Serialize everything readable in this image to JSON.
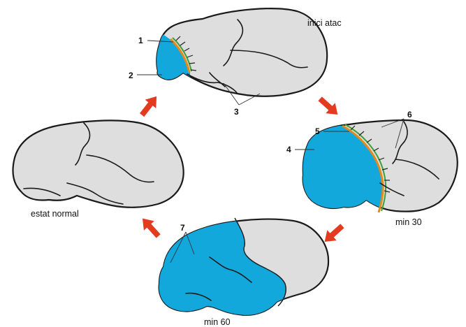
{
  "colors": {
    "brain_fill": "#dedede",
    "infarct_fill": "#12a8dc",
    "penumbra_orange": "#e38a1e",
    "penumbra_green": "#3c9e3c",
    "arrow_red": "#e43a1f"
  },
  "stages": {
    "onset": {
      "label": "inici atac"
    },
    "min30": {
      "label": "min 30"
    },
    "min60": {
      "label": "min 60"
    },
    "normal": {
      "label": "estat normal"
    }
  },
  "callouts": {
    "n1": "1",
    "n2": "2",
    "n3": "3",
    "n4": "4",
    "n5": "5",
    "n6": "6",
    "n7": "7"
  },
  "arrows": [
    "cycle-arrow",
    "cycle-arrow",
    "cycle-arrow",
    "cycle-arrow"
  ]
}
